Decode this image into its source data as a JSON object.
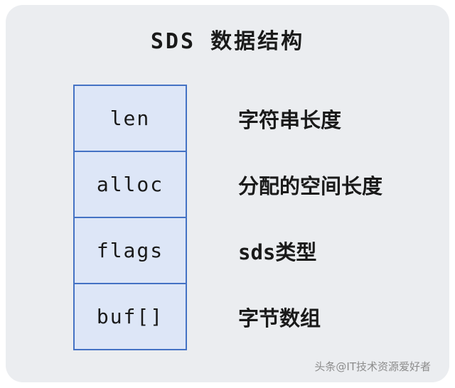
{
  "title": "SDS 数据结构",
  "rows": [
    {
      "field": "len",
      "desc": "字符串长度"
    },
    {
      "field": "alloc",
      "desc": "分配的空间长度"
    },
    {
      "field": "flags",
      "desc": "sds类型"
    },
    {
      "field": "buf[]",
      "desc": "字节数组"
    }
  ],
  "watermark": "头条@IT技术资源爱好者",
  "colors": {
    "panel_bg": "#ebedf0",
    "box_fill": "#dde6f7",
    "box_border": "#4472c4",
    "text": "#1a1a1a",
    "watermark": "#8c8c8c"
  }
}
